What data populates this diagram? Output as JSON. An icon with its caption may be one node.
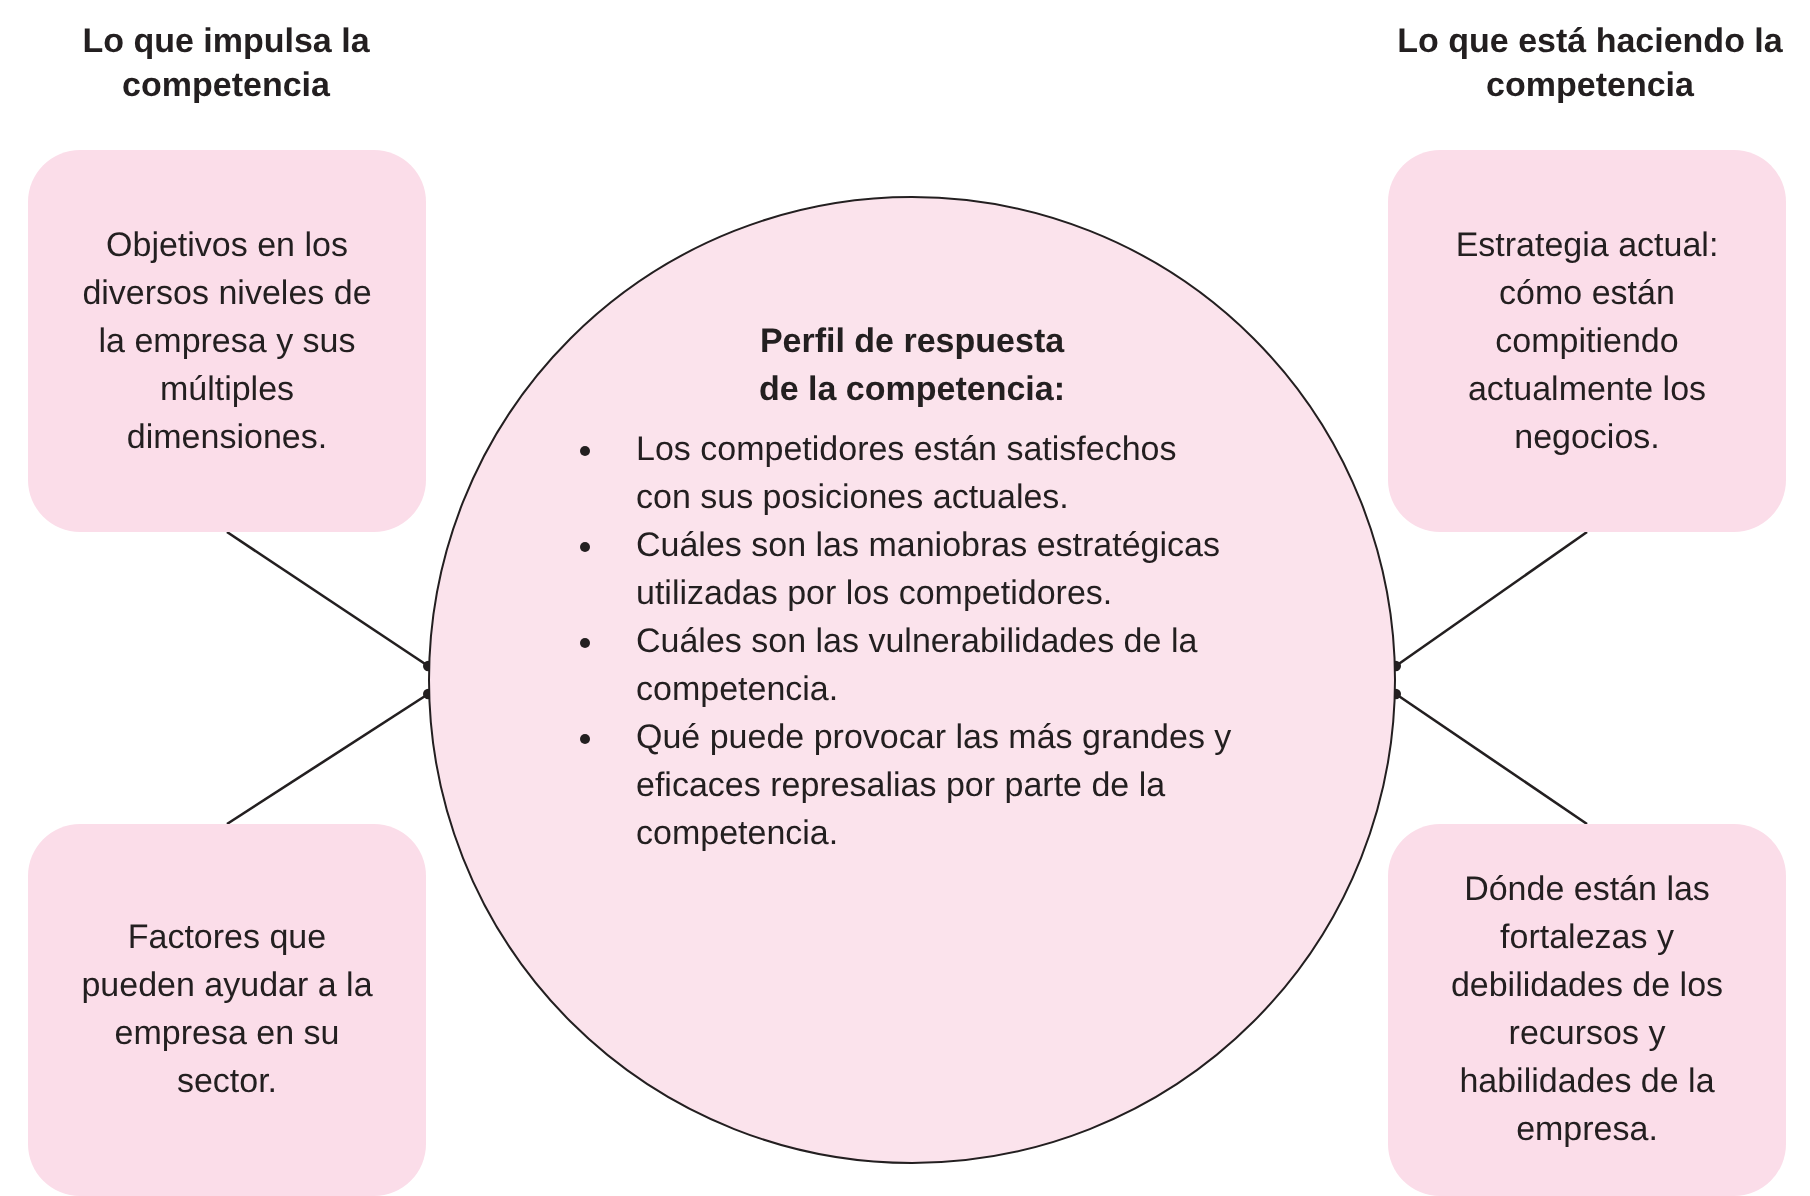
{
  "diagram": {
    "nodes": [
      {
        "text": [
          "Lo que impulsa la competencia",
          "Objetivos en los diversos niveles de la empresa y sus múltiples dimensiones."
        ]
      },
      {
        "text": [
          "Perfil de respuesta de la competencia:",
          "Los competidores están satisfechos con sus posiciones actuales.",
          "Cuáles son las maniobras estratégicas utilizadas por los competidores.",
          "Cuáles son las vulnerabilidades de la competencia.",
          "Qué puede provocar las más grandes y eficaces represalias por parte de la competencia."
        ]
      },
      {
        "text": [
          "Lo que está haciendo la competencia",
          "Estrategia actual: cómo están compitiendo actualmente los negocios."
        ]
      },
      {
        "text": [
          "Factores que pueden ayudar a la empresa en su sector."
        ]
      },
      {
        "text": [
          "Dónde están las fortalezas y debilidades de los recursos y habilidades de la empresa."
        ]
      }
    ],
    "edges": [
      {
        "from": 0,
        "to": 1,
        "arrow": "other"
      },
      {
        "from": 3,
        "to": 1,
        "arrow": "other"
      },
      {
        "from": 2,
        "to": 1,
        "arrow": "other"
      },
      {
        "from": 4,
        "to": 1,
        "arrow": "other"
      }
    ]
  }
}
